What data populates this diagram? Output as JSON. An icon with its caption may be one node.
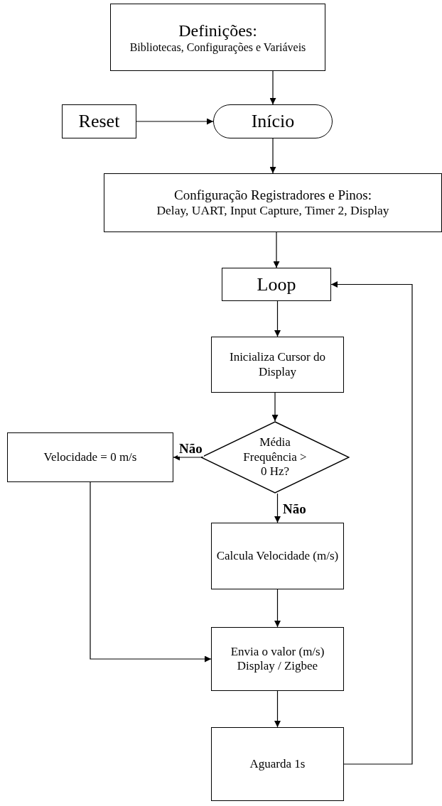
{
  "diagram": {
    "nodes": [
      {
        "text": [
          "Definições:",
          "Bibliotecas, Configurações e Variáveis"
        ]
      },
      {
        "text": [
          "Reset"
        ]
      },
      {
        "text": [
          "Início"
        ]
      },
      {
        "text": [
          "Configuração Registradores e Pinos:",
          "Delay, UART, Input Capture, Timer 2, Display"
        ]
      },
      {
        "text": [
          "Loop"
        ]
      },
      {
        "text": [
          "Inicializa Cursor do Display"
        ]
      },
      {
        "text": [
          "Média Frequência > 0 Hz?"
        ]
      },
      {
        "text": [
          "Velocidade = 0 m/s"
        ]
      },
      {
        "text": [
          "Calcula Velocidade (m/s)"
        ]
      },
      {
        "text": [
          "Envia o valor (m/s) Display / Zigbee"
        ]
      },
      {
        "text": [
          "Aguarda 1s"
        ]
      }
    ],
    "edges": [
      {
        "from": 0,
        "to": 2,
        "arrow": "to"
      },
      {
        "from": 1,
        "to": 2,
        "arrow": "to"
      },
      {
        "from": 2,
        "to": 3,
        "arrow": "to"
      },
      {
        "from": 3,
        "to": 4,
        "arrow": "to"
      },
      {
        "from": 4,
        "to": 5,
        "arrow": "to"
      },
      {
        "from": 5,
        "to": 6,
        "arrow": "to"
      },
      {
        "from": 6,
        "to": 7,
        "arrow": "to",
        "label": "Não"
      },
      {
        "from": 6,
        "to": 8,
        "arrow": "to",
        "label": "Não"
      },
      {
        "from": 8,
        "to": 9,
        "arrow": "to"
      },
      {
        "from": 7,
        "to": 9,
        "arrow": "to"
      },
      {
        "from": 9,
        "to": 10,
        "arrow": "to"
      },
      {
        "from": 10,
        "to": 4,
        "arrow": "to"
      }
    ]
  }
}
